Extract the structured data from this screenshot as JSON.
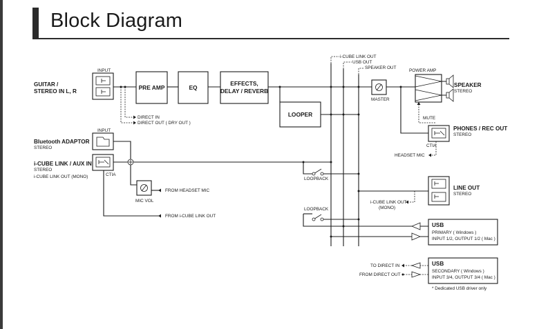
{
  "title": "Block Diagram",
  "labels": {
    "guitar_1": "GUITAR /",
    "guitar_2": "STEREO IN L, R",
    "input": "INPUT",
    "pre_amp": "PRE AMP",
    "eq": "EQ",
    "effects_1": "EFFECTS,",
    "effects_2": "DELAY / REVERB",
    "looper": "LOOPER",
    "direct_in": "DIRECT IN",
    "direct_out": "DIRECT OUT ( DRY OUT )",
    "icube_link_out_top": "i-CUBE LINK OUT",
    "usb_out": "USB OUT",
    "speaker_out": "SPEAKER OUT",
    "power_amp": "POWER AMP",
    "master": "MASTER",
    "speaker": "SPEAKER",
    "speaker_stereo": "STEREO",
    "mute": "MUTE",
    "phones": "PHONES / REC OUT",
    "phones_stereo": "STEREO",
    "ctia": "CTIA",
    "headset_mic": "HEADSET MIC",
    "bt_adaptor": "Bluetooth ADAPTOR",
    "bt_stereo": "STEREO",
    "bt_input": "INPUT",
    "icube_in": "i-CUBE LINK / AUX IN",
    "icube_in_stereo": "STEREO",
    "icube_in_mono": "i-CUBE LINK OUT (MONO)",
    "ctia_in": "CTIA",
    "from_headset_mic": "FROM HEADSET MIC",
    "mic_vol": "MIC VOL",
    "from_icube_link_out": "FROM i-CUBE LINK OUT",
    "loopback_1": "LOOPBACK",
    "loopback_2": "LOOPBACK",
    "line_out": "LINE OUT",
    "line_out_stereo": "STEREO",
    "icube_link_out_mono_1": "i-CUBE LINK OUT",
    "icube_link_out_mono_2": "(MONO)",
    "usb1_title": "USB",
    "usb1_line1": "PRIMARY ( Windows )",
    "usb1_line2": "INPUT 1/2, OUTPUT 1/2 ( Mac )",
    "usb2_title": "USB",
    "usb2_line1": "SECONDARY ( Windows )",
    "usb2_line2": "INPUT 3/4, OUTPUT 3/4 ( Mac )",
    "to_direct_in": "TO DIRECT IN",
    "from_direct_out": "FROM DIRECT OUT",
    "footnote": "* Dedicated USB driver only"
  }
}
